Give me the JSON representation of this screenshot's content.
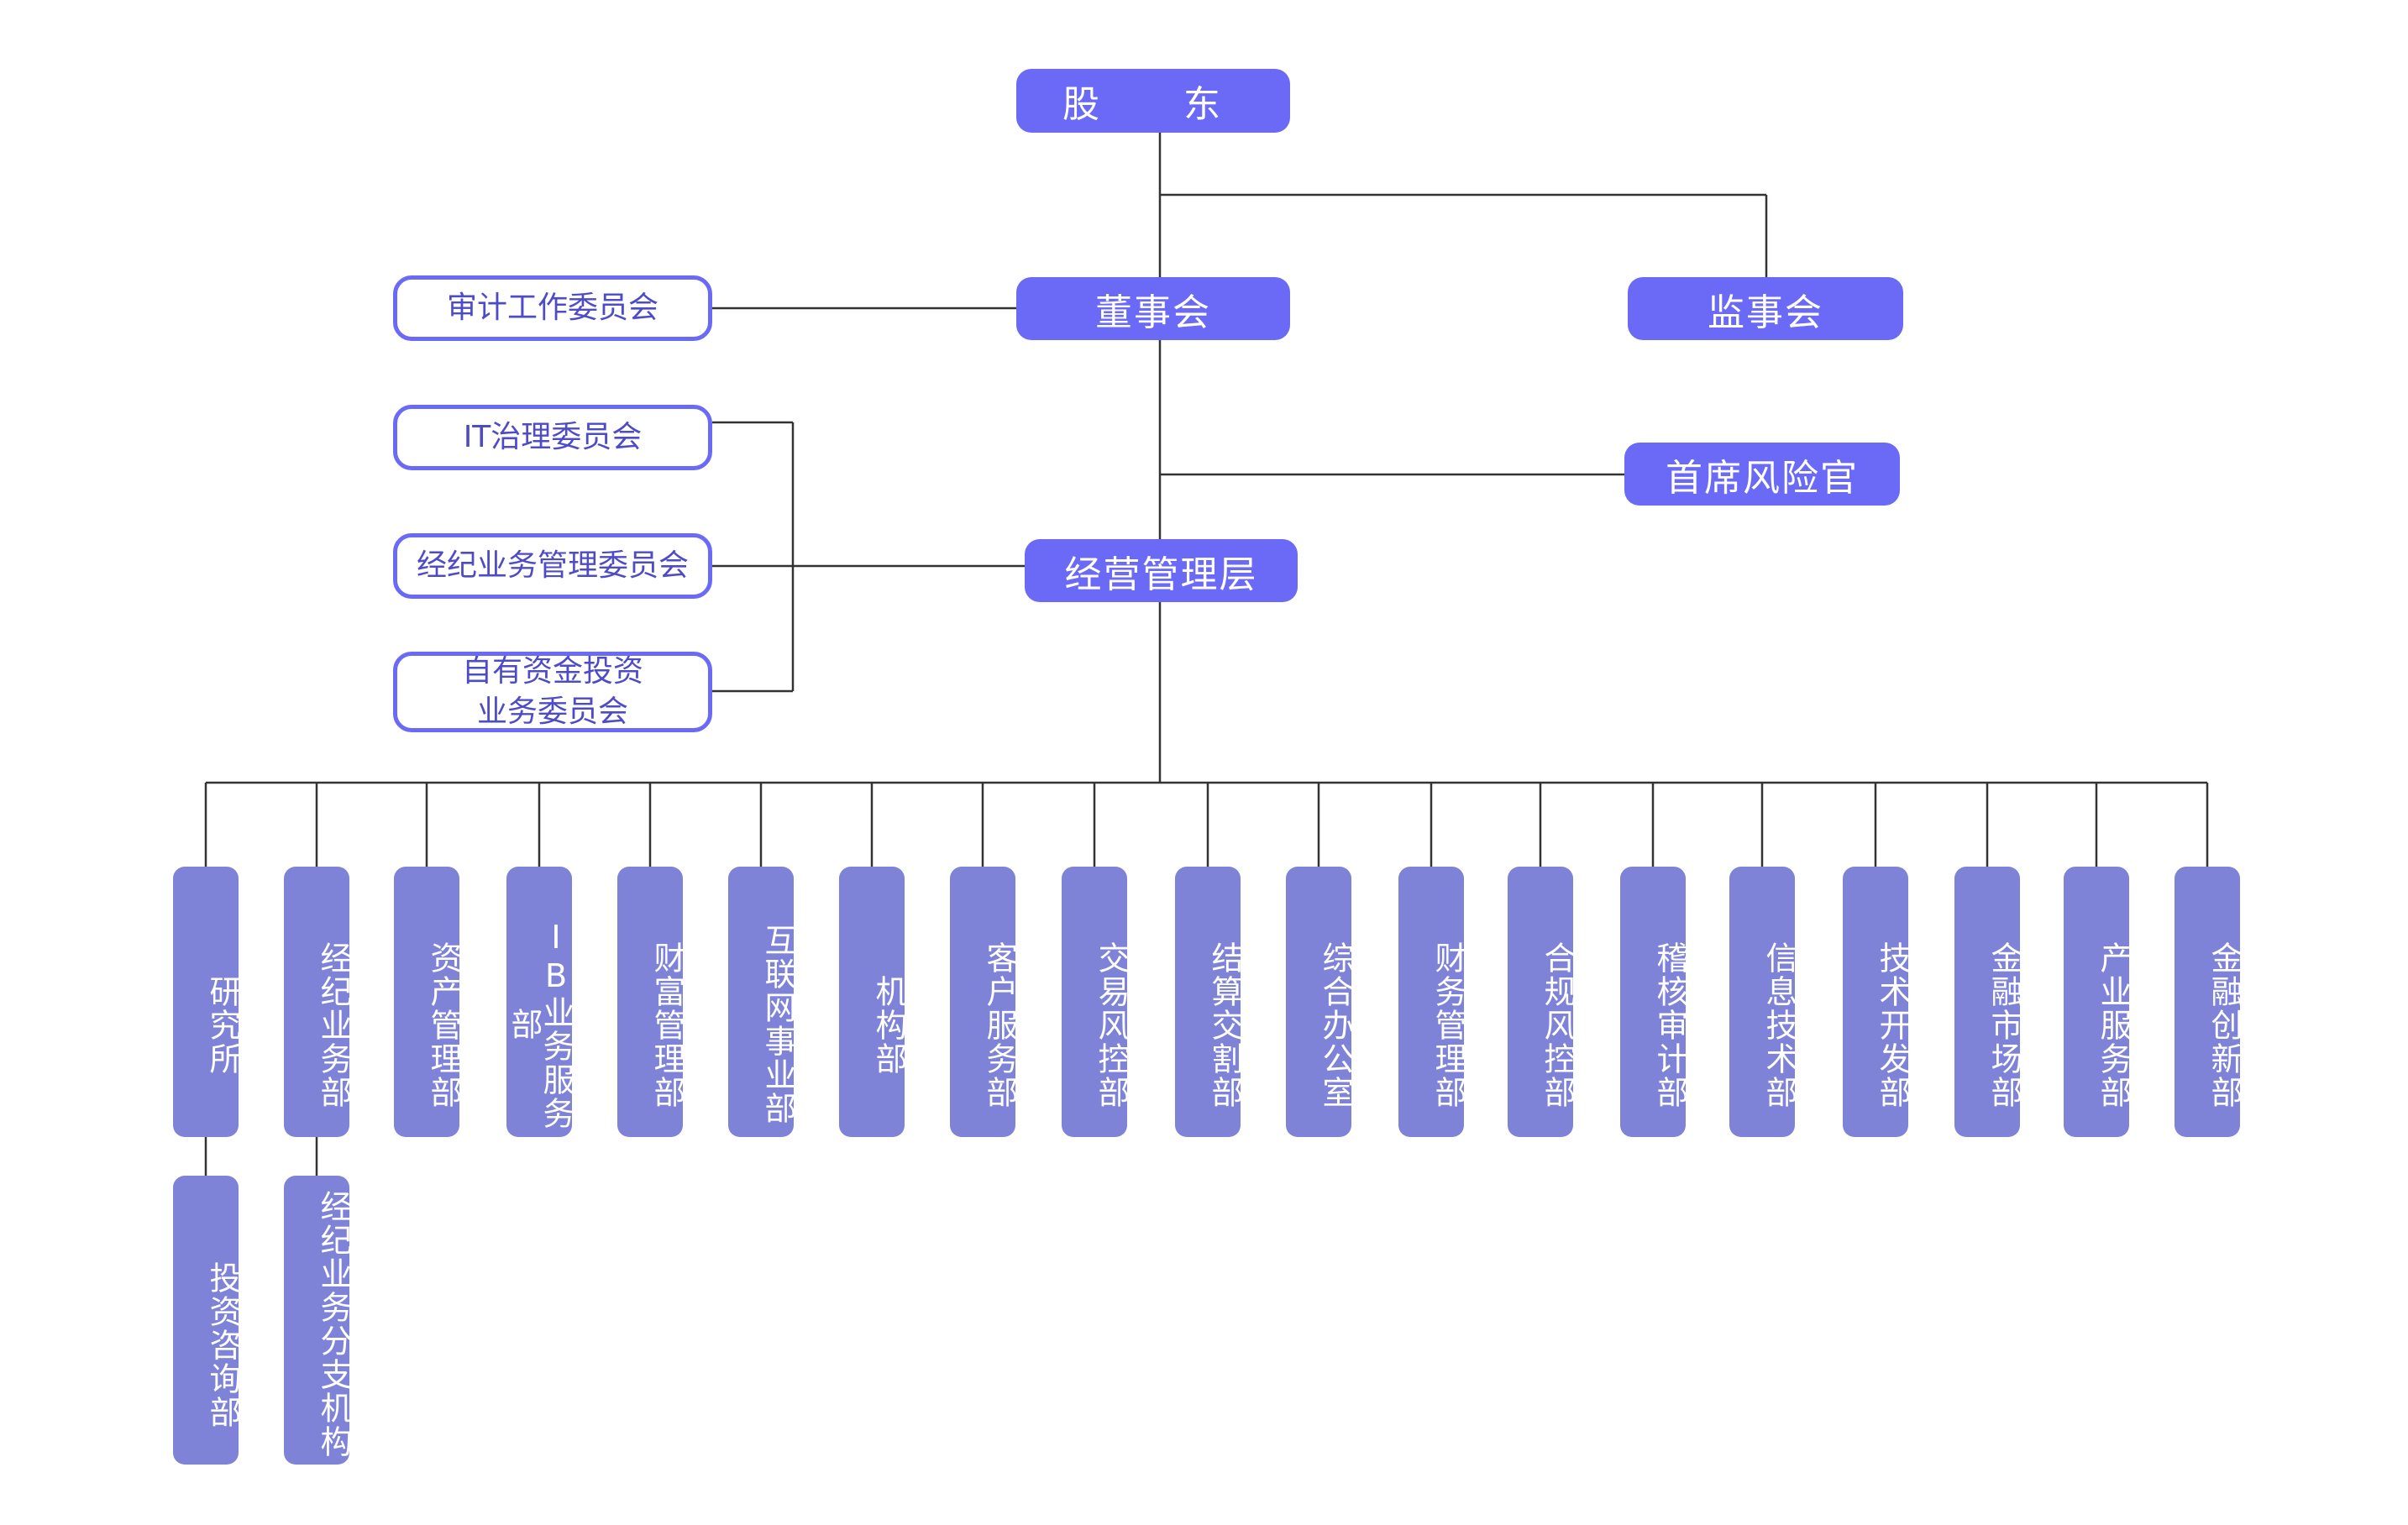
{
  "top": {
    "shareholders": "股　东",
    "board": "董事会",
    "supervisors": "监事会",
    "cro": "首席风险官",
    "management": "经营管理层"
  },
  "committees": {
    "audit": "审计工作委员会",
    "it": "IT治理委员会",
    "brokerage": "经纪业务管理委员会",
    "investment_line1": "自有资金投资",
    "investment_line2": "业务委员会"
  },
  "departments": [
    "研究所",
    "经纪业务部",
    "资产管理部",
    "IB业务服务部",
    "财富管理部",
    "互联网事业部",
    "机构部",
    "客户服务部",
    "交易风控部",
    "结算交割部",
    "综合办公室",
    "财务管理部",
    "合规风控部",
    "稽核审计部",
    "信息技术部",
    "技术开发部",
    "金融市场部",
    "产业服务部",
    "金融创新部"
  ],
  "sub_departments": [
    "投资咨询部",
    "经纪业务分支机构"
  ],
  "colors": {
    "primary": "#6b6af6",
    "department": "#7f83d8",
    "line": "#333333",
    "committee_text": "#4e4bc7"
  }
}
